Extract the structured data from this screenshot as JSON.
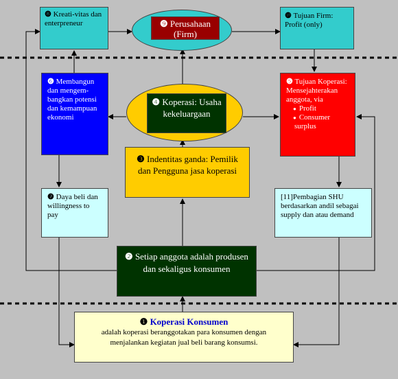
{
  "nodes": {
    "kreativitas": {
      "num": "❽",
      "text": "Kreati-vitas dan enterpreneur"
    },
    "perusahaan": {
      "num": "❾",
      "text": "Perusahaan (Firm)"
    },
    "tujuan_firm": {
      "num": "❿",
      "text": "Tujuan Firm: Profit (only)"
    },
    "membangun": {
      "num": "❻",
      "text": "Membangun dan mengem-bangkan potensi dan kemampuan ekonomi"
    },
    "koperasi_usaha": {
      "num": "❹",
      "text": "Koperasi: Usaha kekeluargaan"
    },
    "tujuan_koperasi": {
      "num": "❺",
      "text": "Tujuan Koperasi: Mensejahterakan anggota, via",
      "items": [
        "Profit",
        "Consumer surplus"
      ]
    },
    "identitas": {
      "num": "❸",
      "text": "Indentitas ganda: Pemilik dan Pengguna jasa koperasi"
    },
    "daya_beli": {
      "num": "❼",
      "text": "Daya beli dan willingness to pay"
    },
    "pembagian_shu": {
      "text": "[11]Pembagian SHU berdasarkan andil sebagai supply dan atau demand"
    },
    "setiap_anggota": {
      "num": "❷",
      "text": "Setiap anggota adalah produsen dan sekaligus konsumen"
    },
    "koperasi_konsumen": {
      "num": "❶",
      "title": "Koperasi Konsumen",
      "text": "adalah koperasi beranggotakan para konsumen dengan menjalankan kegiatan jual beli barang konsumsi."
    }
  },
  "colors": {
    "teal": "#33cccc",
    "blue": "#0000ff",
    "red": "#ff0000",
    "gold": "#ffcc00",
    "pale_cyan": "#ccffff",
    "cream": "#ffffcc",
    "dark_green": "#003300",
    "maroon": "#990000",
    "background": "#c0c0c0"
  }
}
